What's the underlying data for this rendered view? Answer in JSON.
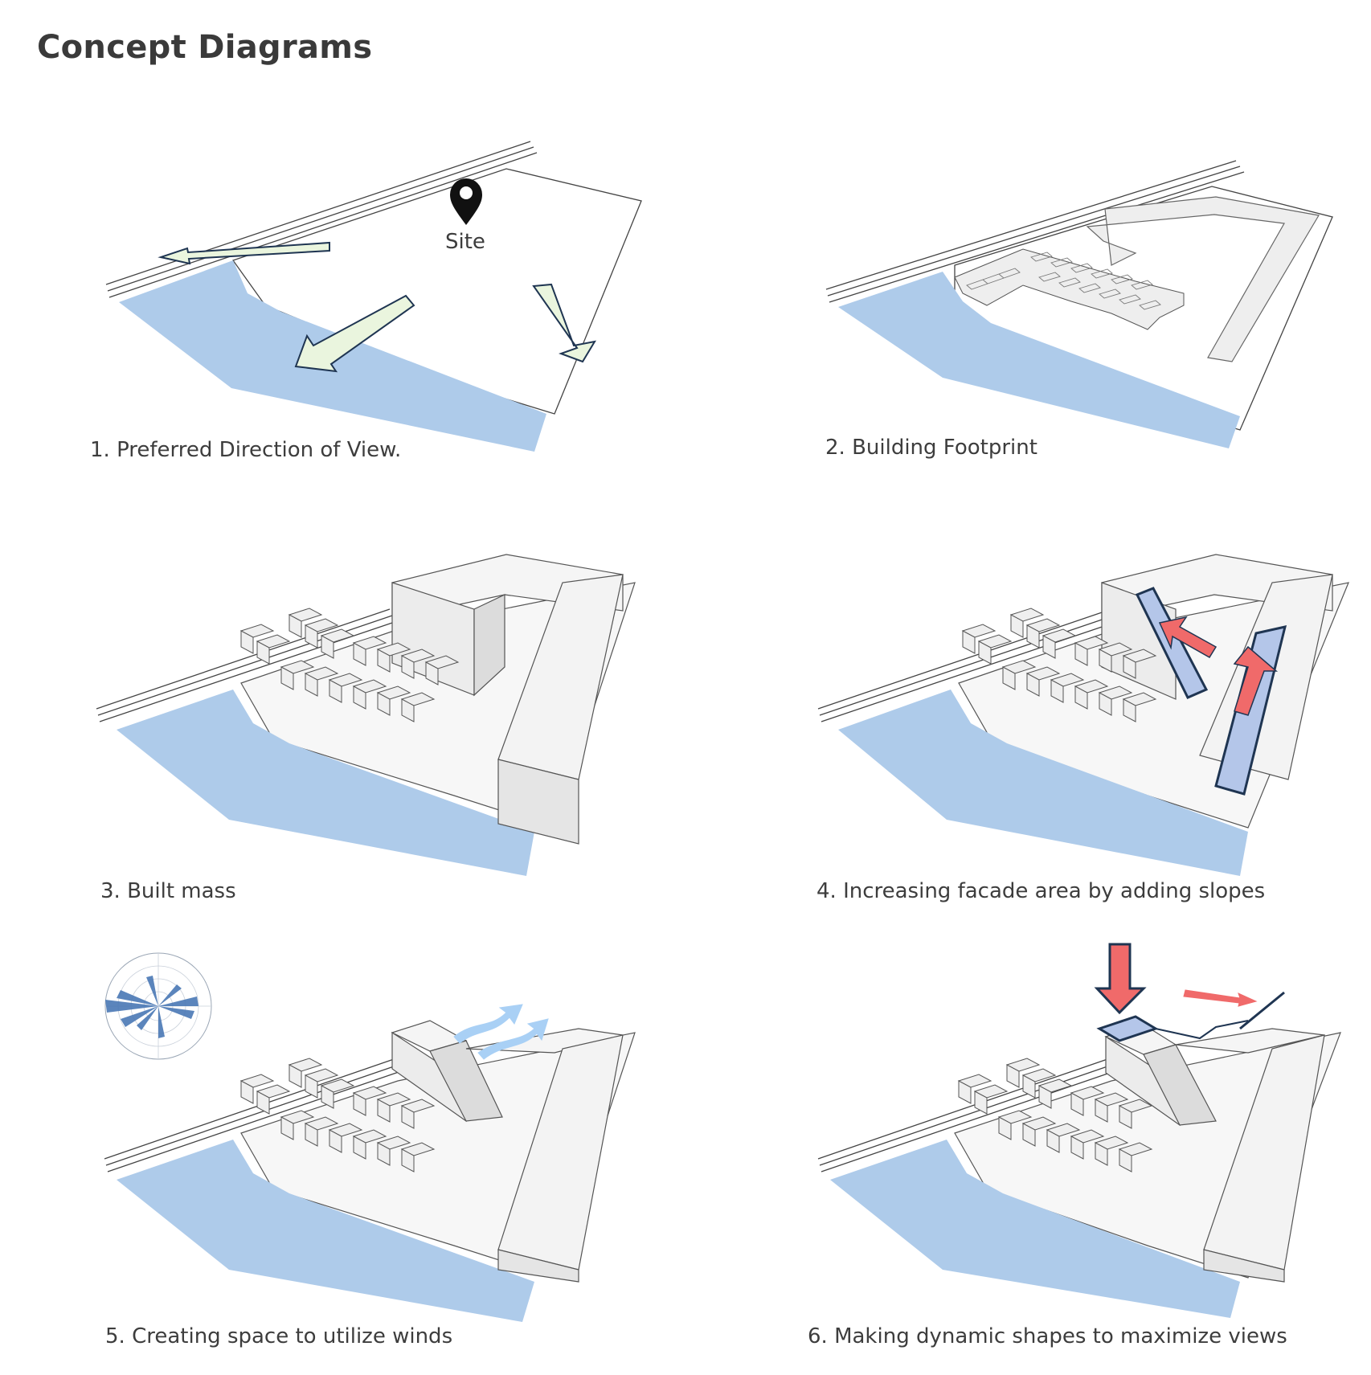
{
  "page": {
    "title": "Concept Diagrams"
  },
  "colors": {
    "water": "#aecbea",
    "arrow_view": "#eaf5de",
    "arrow_red": "#f06a6a",
    "slope_blue": "#b4c6e9",
    "navy": "#1f3552",
    "wind_blue": "#a9d0f5",
    "rose_blue": "#4a78b5",
    "mass_face": "#f3f3f3",
    "mass_shade": "#dcdcdc",
    "footprint_fill": "#eeeeee"
  },
  "panels": [
    {
      "caption": "1. Preferred Direction of View.",
      "site_label": "Site",
      "icon": "location-pin-icon"
    },
    {
      "caption": "2. Building Footprint"
    },
    {
      "caption": "3. Built mass"
    },
    {
      "caption": "4. Increasing facade area by adding slopes"
    },
    {
      "caption": "5. Creating space to utilize winds",
      "icon": "wind-rose-icon"
    },
    {
      "caption": "6. Making dynamic shapes to maximize views"
    }
  ]
}
